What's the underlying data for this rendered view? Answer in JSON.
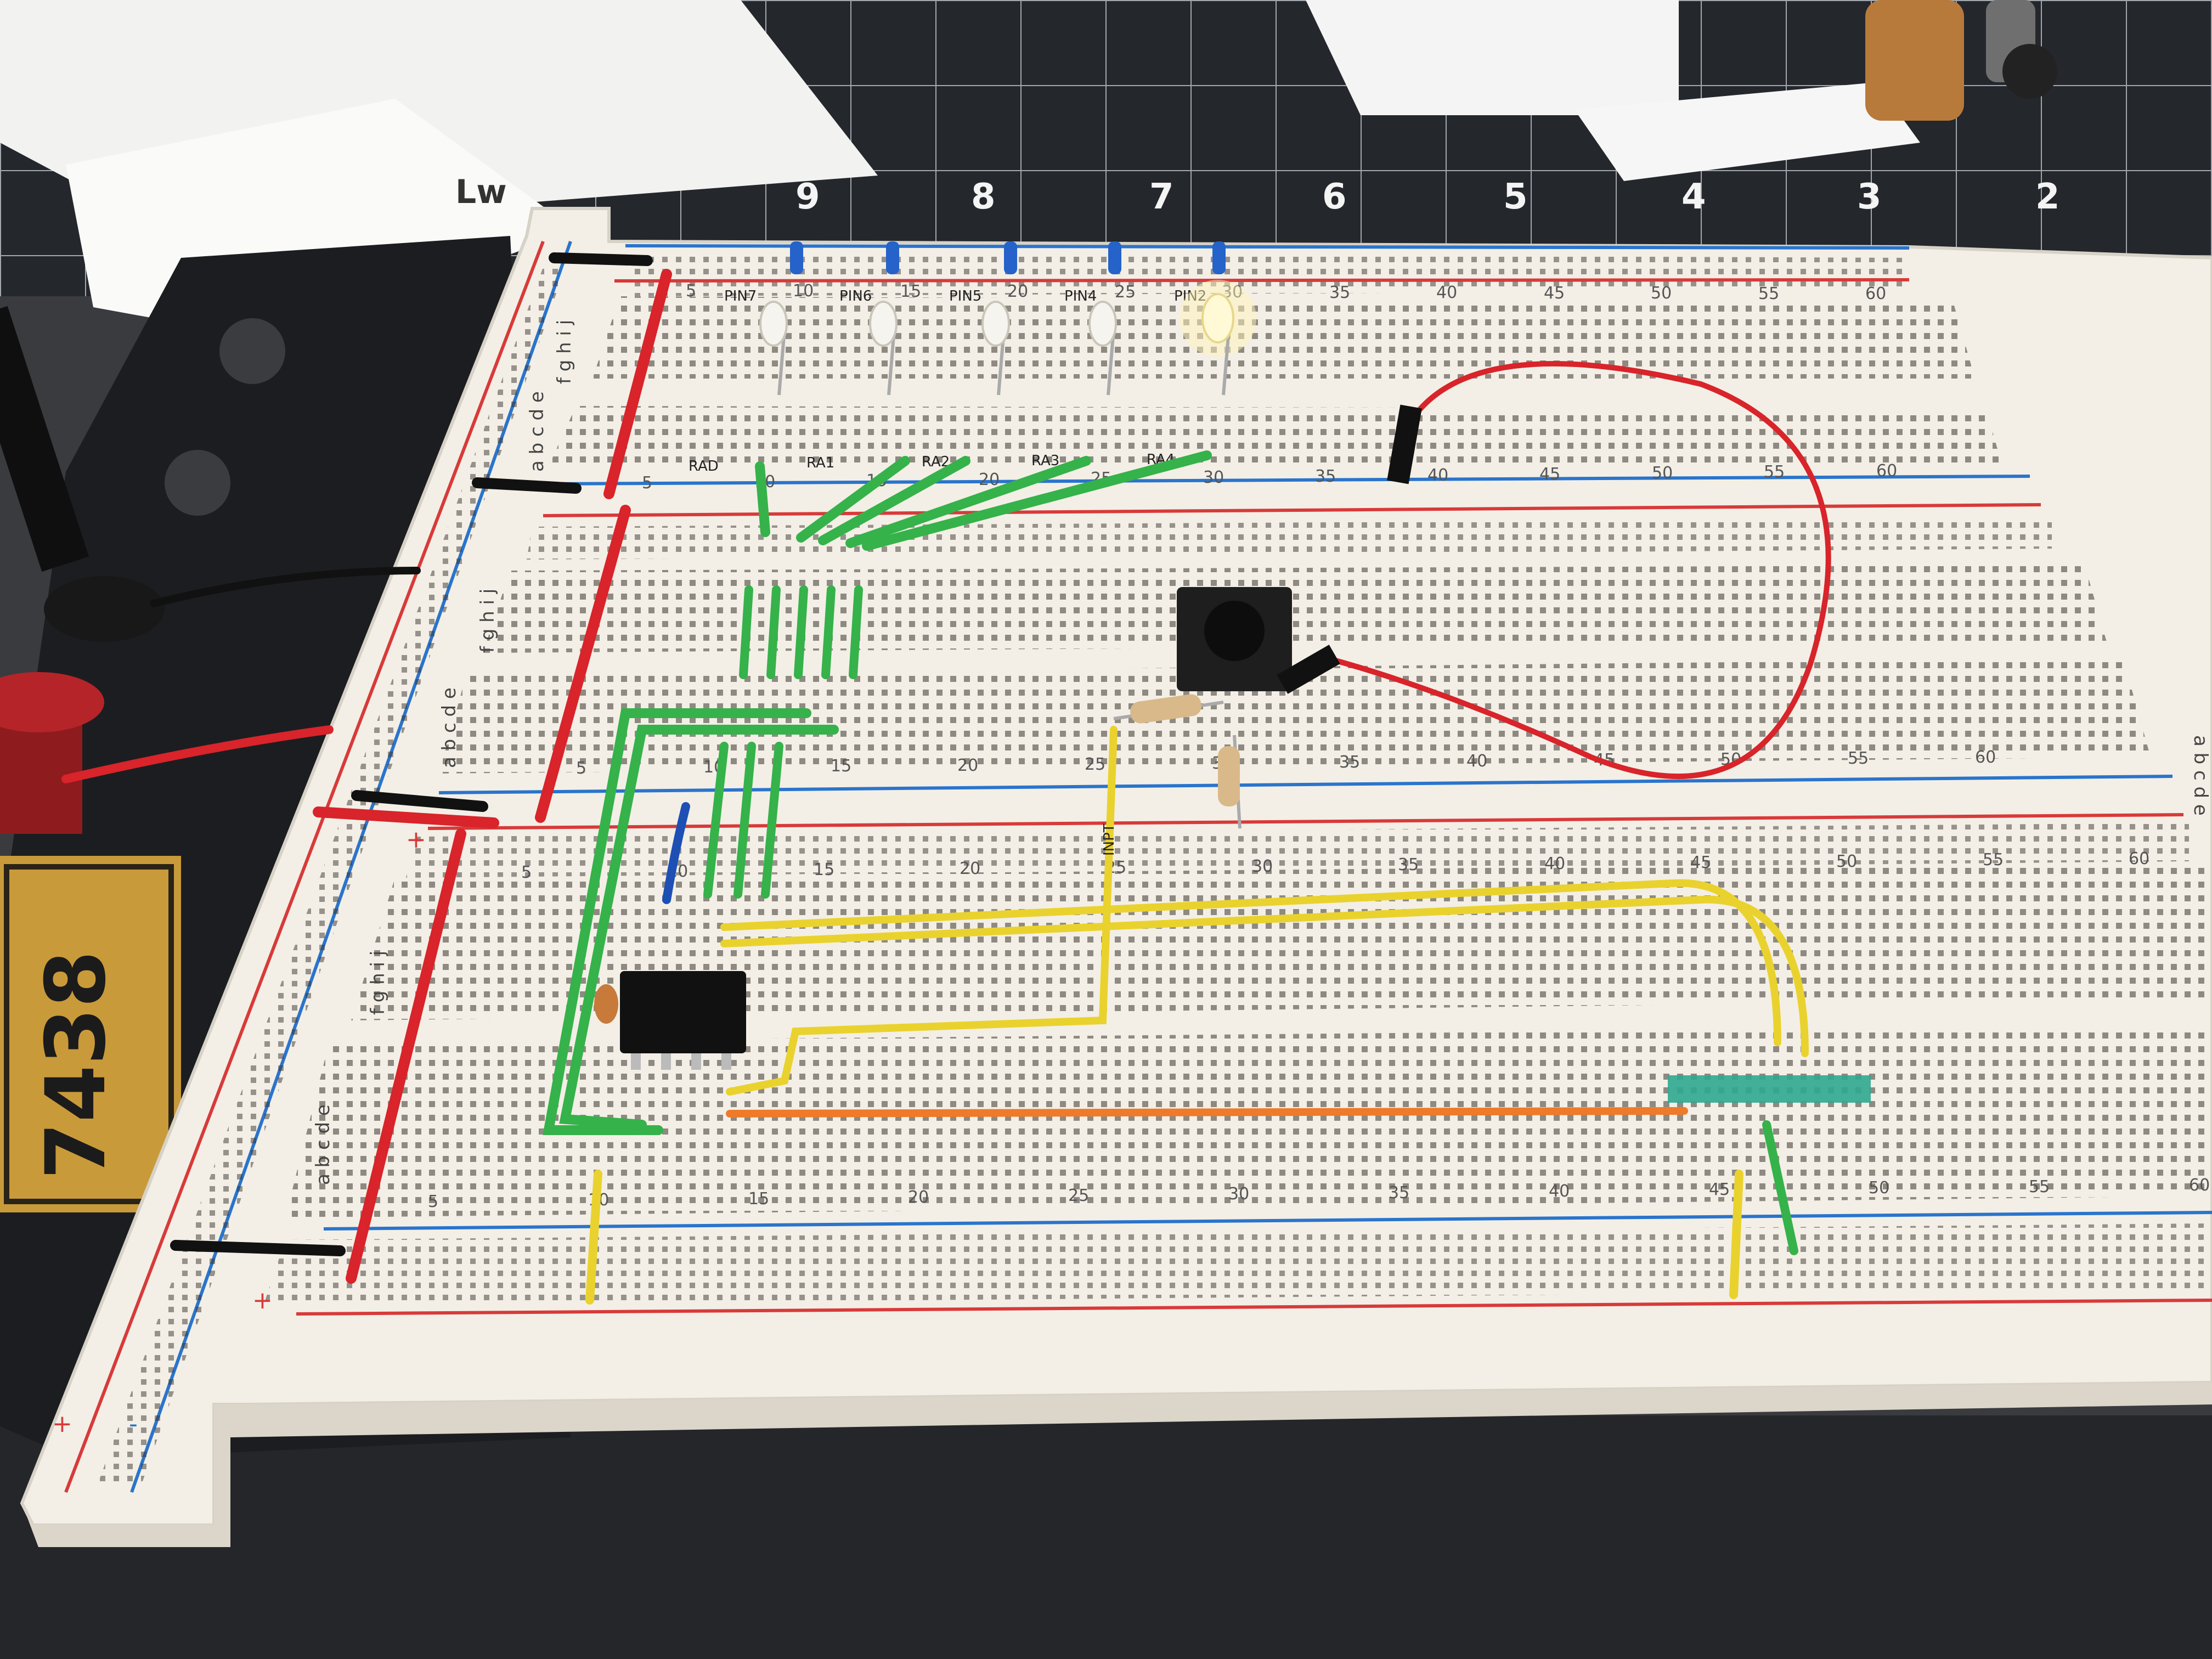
{
  "ruler": {
    "numbers": [
      "9",
      "8",
      "7",
      "6",
      "5",
      "4",
      "3",
      "2"
    ]
  },
  "paper_notes": {
    "partial_text": "Lw"
  },
  "plate": {
    "text": "7438"
  },
  "breadboard": {
    "row_letters_top": "f g h i j",
    "row_letters_bottom": "a b c d e",
    "polarity_plus": "+",
    "polarity_minus": "-",
    "column_numbers": [
      "5",
      "10",
      "15",
      "20",
      "25",
      "30",
      "35",
      "40",
      "45",
      "50",
      "55",
      "60"
    ],
    "led_labels": [
      "PIN7",
      "PIN6",
      "PIN5",
      "PIN4",
      "PIN2"
    ],
    "lower_labels": [
      "RAD",
      "RA1",
      "RA2",
      "RA3",
      "RA4"
    ],
    "jumper_marking": "INPT"
  },
  "colors": {
    "board": "#f3efe6",
    "wire_red": "#d8242a",
    "wire_green": "#35b24a",
    "wire_yellow": "#ead22e",
    "wire_orange": "#ee7a2a",
    "wire_blue": "#1d4fb5",
    "rail_red": "#d83a3a",
    "rail_blue": "#2a74cc",
    "mat": "#2a2c30"
  }
}
